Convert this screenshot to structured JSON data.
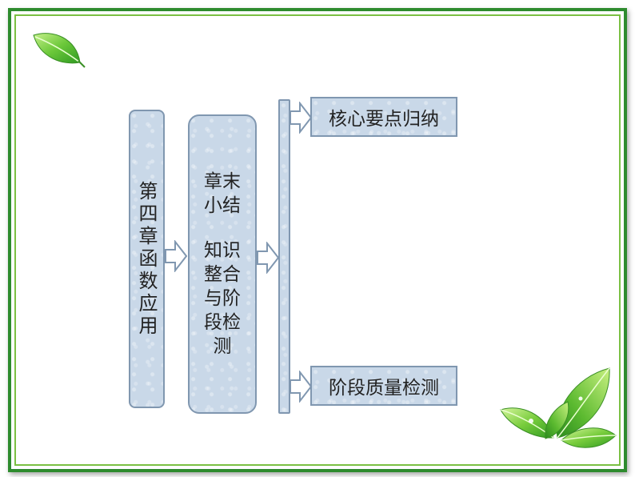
{
  "diagram": {
    "chapter_box": "第四章函数应用",
    "summary_box": {
      "line1": "章末小结",
      "line2": "知识整合与阶段检测"
    },
    "branches": [
      "核心要点归纳",
      "阶段质量检测"
    ]
  },
  "decorations": {
    "top_left": "leaf-icon",
    "bottom_right": "leaves-cluster-icon"
  },
  "colors": {
    "frame": "#2e8b2e",
    "box_fill": "#c9d8e8",
    "box_border": "#8097b0"
  }
}
